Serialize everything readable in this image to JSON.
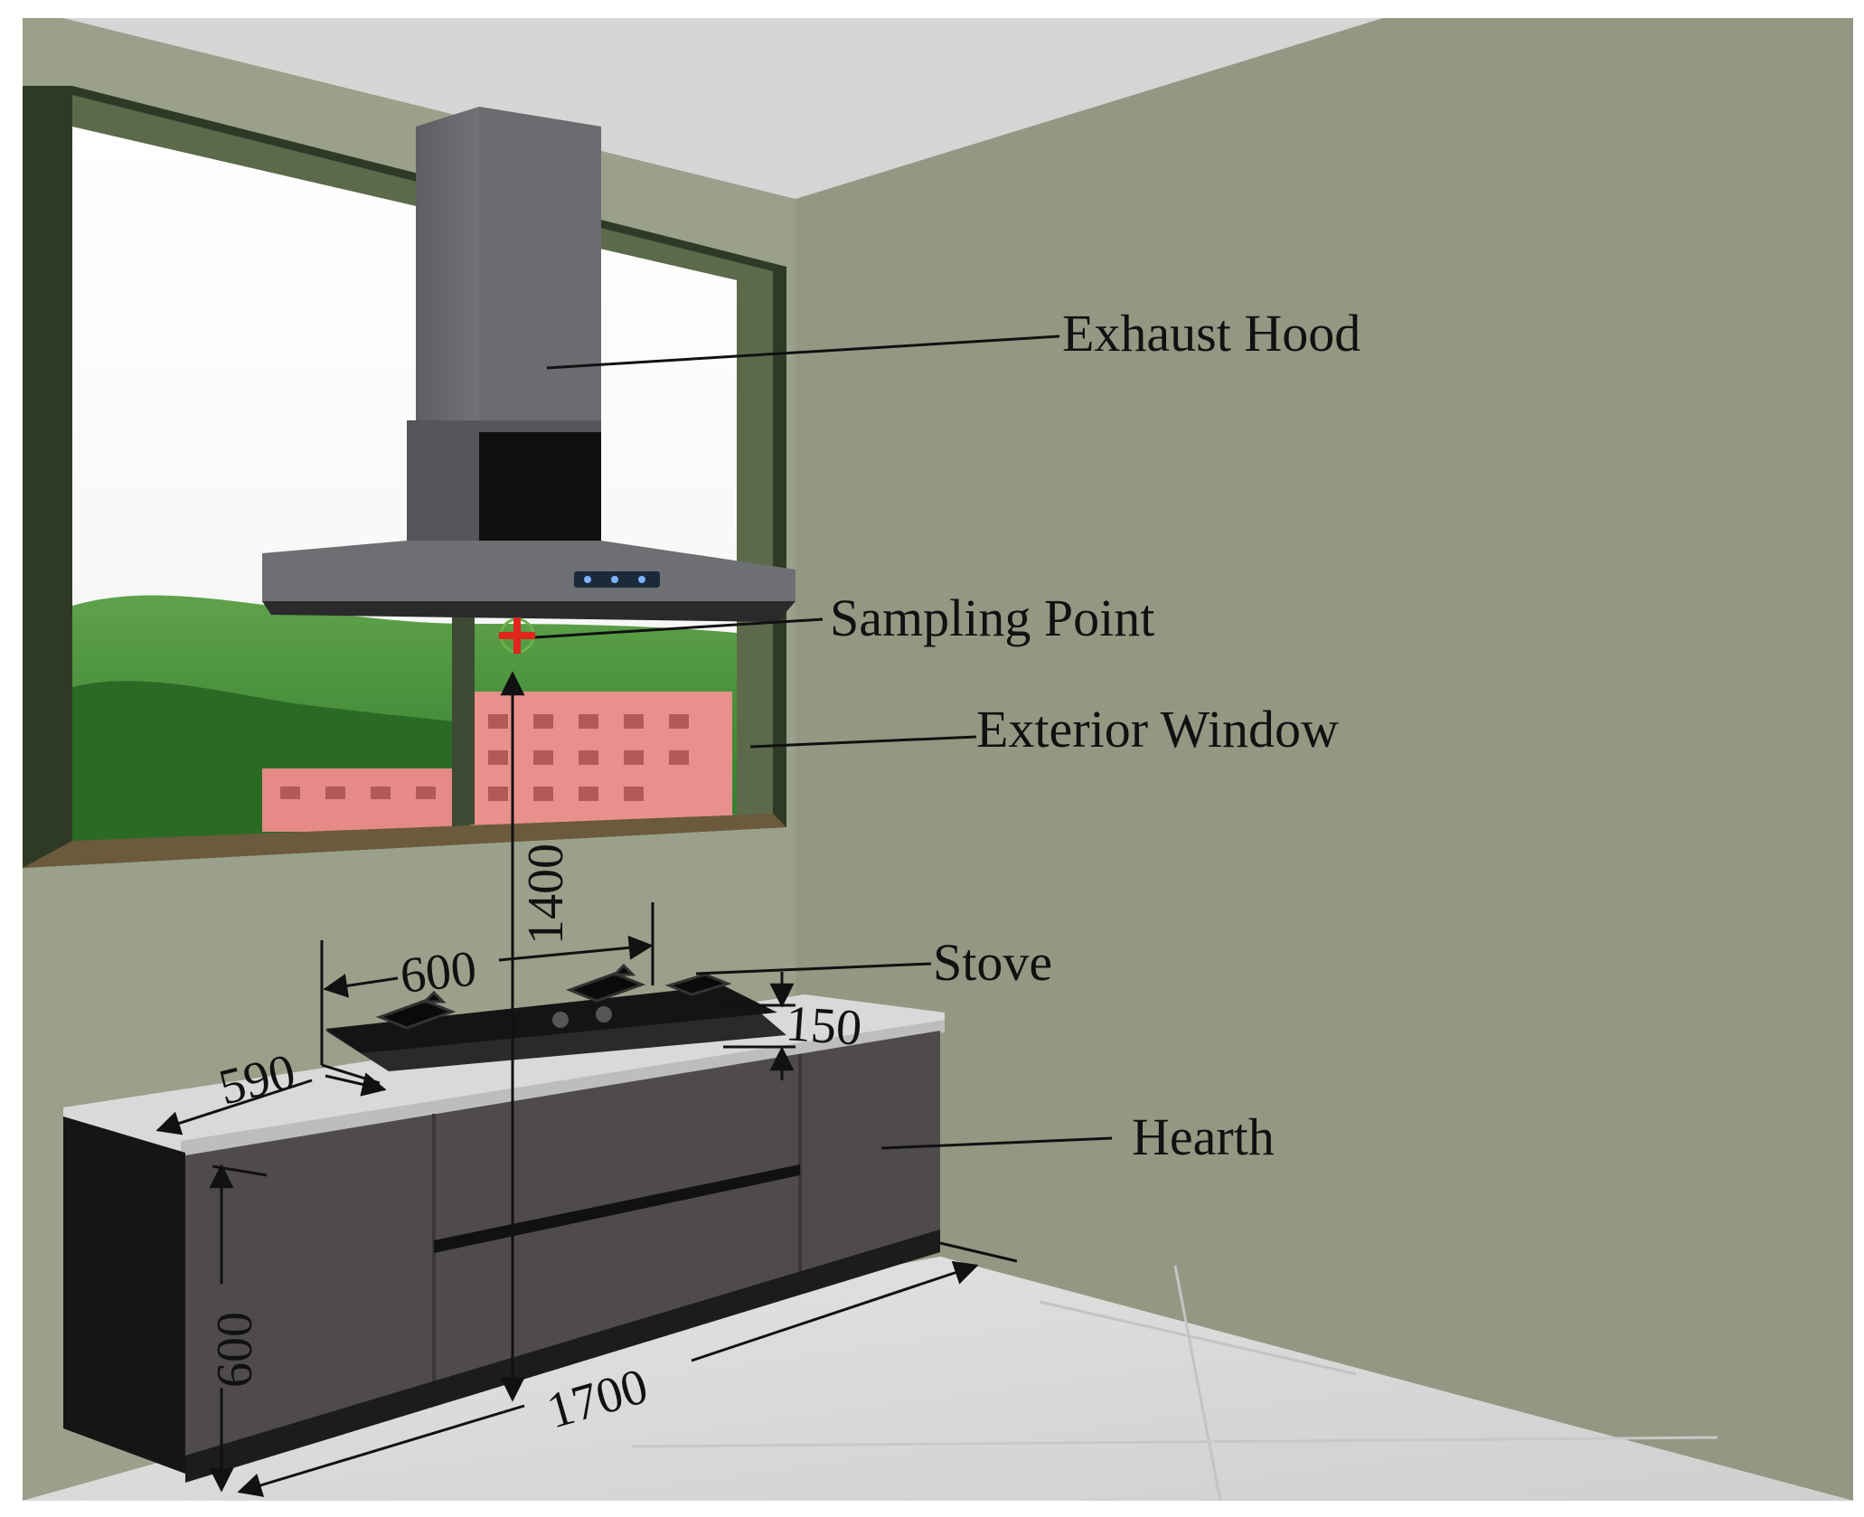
{
  "labels": {
    "exhaust_hood": "Exhaust Hood",
    "sampling_point": "Sampling Point",
    "exterior_window": "Exterior Window",
    "stove": "Stove",
    "hearth": "Hearth"
  },
  "dimensions": {
    "stove_width": "600",
    "counter_depth": "590",
    "stove_height": "150",
    "hood_height": "1400",
    "cabinet_height": "600",
    "cabinet_length": "1700"
  },
  "colors": {
    "wall": "#949883",
    "ceiling": "#cfcfcf",
    "floor": "#d8d8d8",
    "cabinet": "#4f4b4a",
    "hood": "#6f7073",
    "window_frame": "#3c4a32",
    "marker": "#e0261c"
  }
}
